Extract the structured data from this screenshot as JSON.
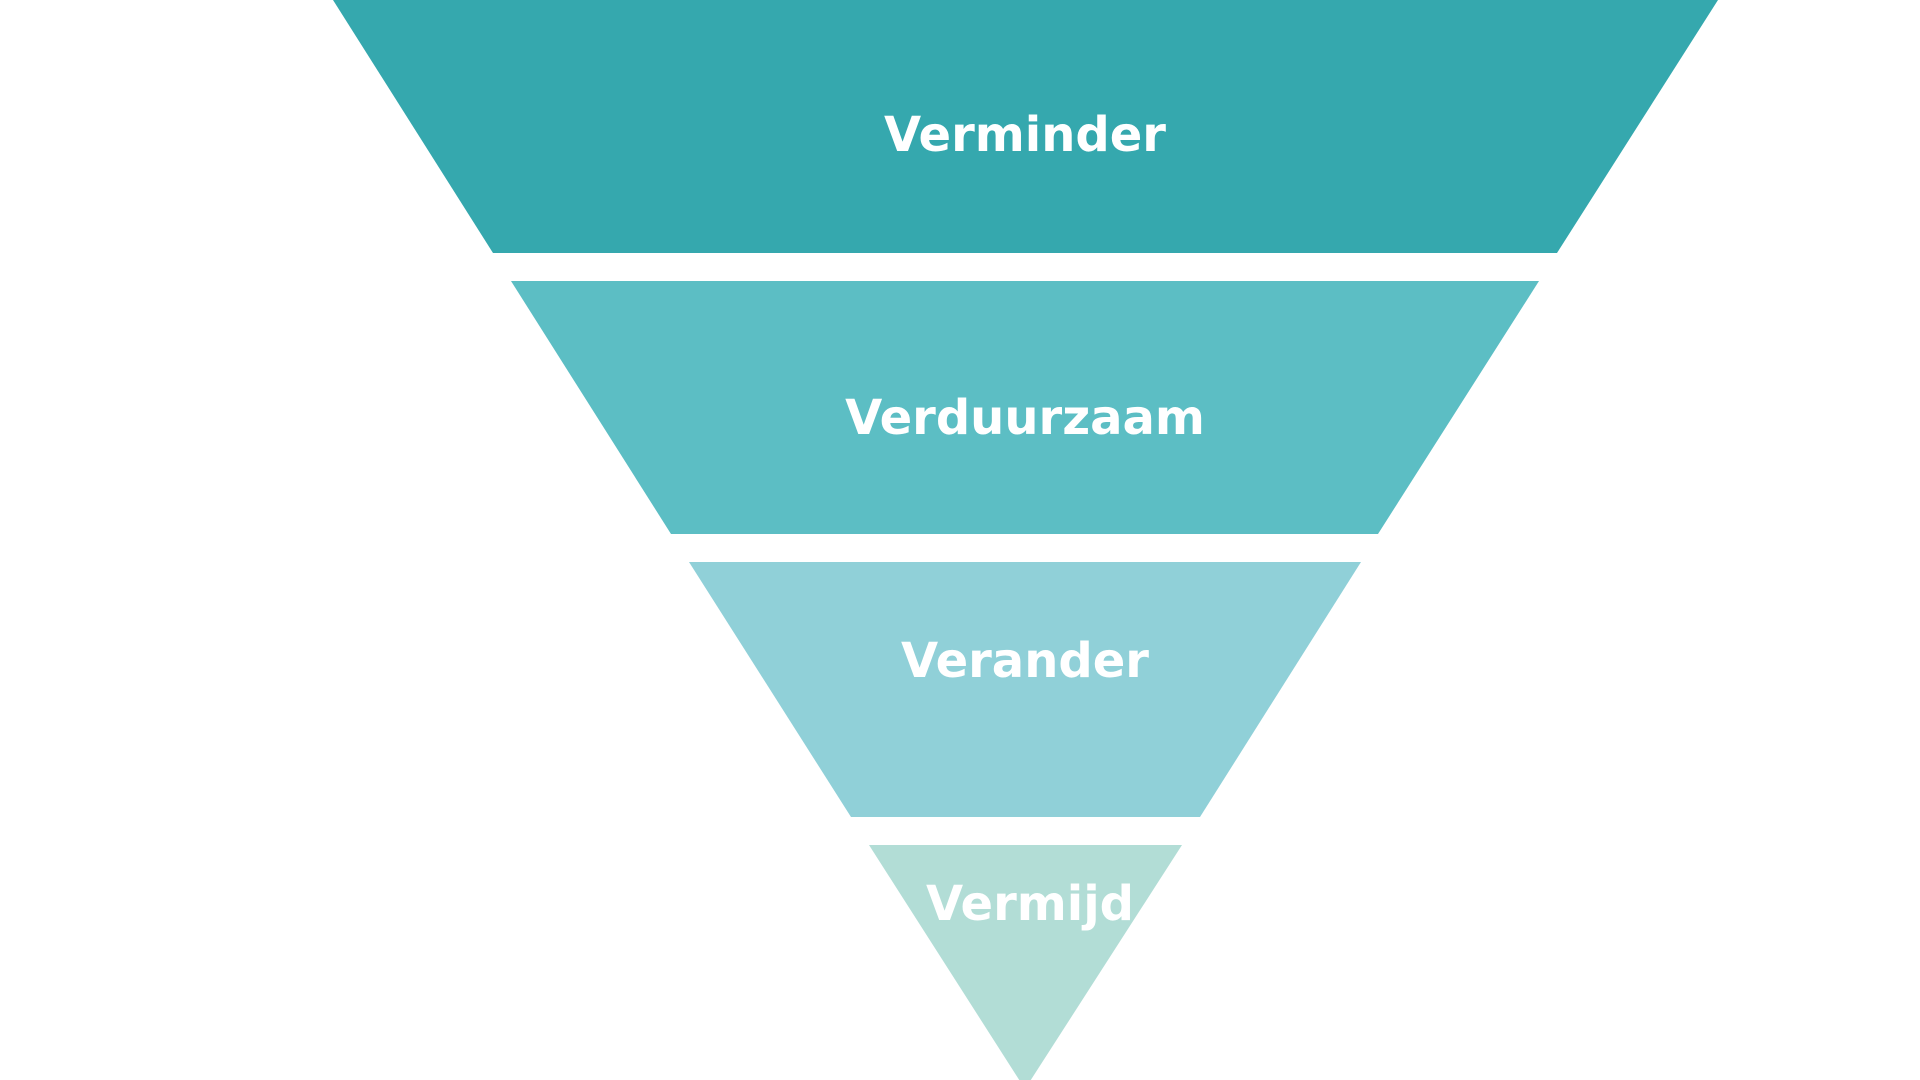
{
  "diagram": {
    "levels": [
      {
        "label": "Verminder",
        "color": "#35a8ae"
      },
      {
        "label": "Verduurzaam",
        "color": "#5cbec4"
      },
      {
        "label": "Verander",
        "color": "#90d0d8"
      },
      {
        "label": "Vermijd",
        "color": "#b2ddd6"
      }
    ]
  }
}
